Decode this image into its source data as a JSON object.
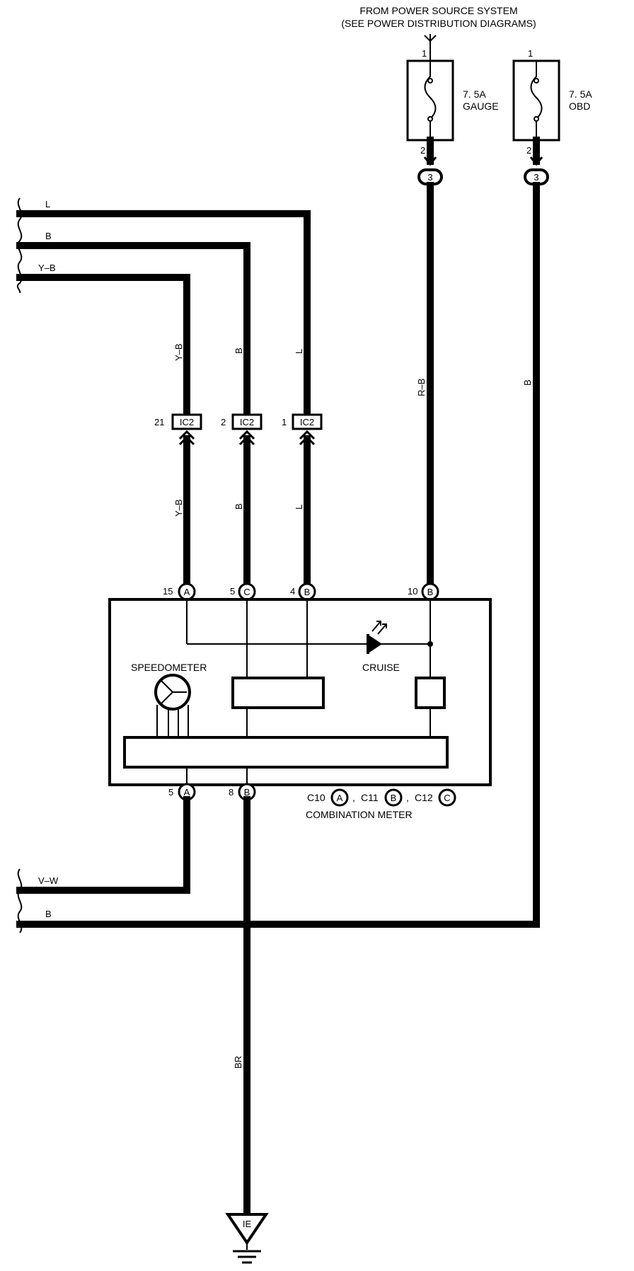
{
  "header": {
    "line1": "FROM POWER SOURCE SYSTEM",
    "line2": "(SEE POWER DISTRIBUTION DIAGRAMS)"
  },
  "fuses": [
    {
      "rating": "7. 5A",
      "name": "GAUGE",
      "pin_in": "1",
      "pin_out": "2",
      "junction": "3"
    },
    {
      "rating": "7. 5A",
      "name": "OBD",
      "pin_in": "1",
      "pin_out": "2",
      "junction": "3"
    }
  ],
  "wires": {
    "l": "L",
    "b": "B",
    "yb": "Y–B",
    "rb": "R–B",
    "vw": "V–W",
    "br": "BR"
  },
  "connectors": {
    "ic2_a": {
      "pin": "21",
      "label": "IC2"
    },
    "ic2_b": {
      "pin": "2",
      "label": "IC2"
    },
    "ic2_c": {
      "pin": "1",
      "label": "IC2"
    }
  },
  "meter_pins": {
    "top_a": {
      "num": "15",
      "conn": "A"
    },
    "top_c": {
      "num": "5",
      "conn": "C"
    },
    "top_b": {
      "num": "4",
      "conn": "B"
    },
    "top_b2": {
      "num": "10",
      "conn": "B"
    },
    "bot_a": {
      "num": "5",
      "conn": "A"
    },
    "bot_b": {
      "num": "8",
      "conn": "B"
    }
  },
  "meter": {
    "speedometer": "SPEEDOMETER",
    "cruise": "CRUISE",
    "title": "COMBINATION METER",
    "conn_c10": "C10",
    "conn_c11": "C11",
    "conn_c12": "C12",
    "comma": ","
  },
  "ground": "IE"
}
